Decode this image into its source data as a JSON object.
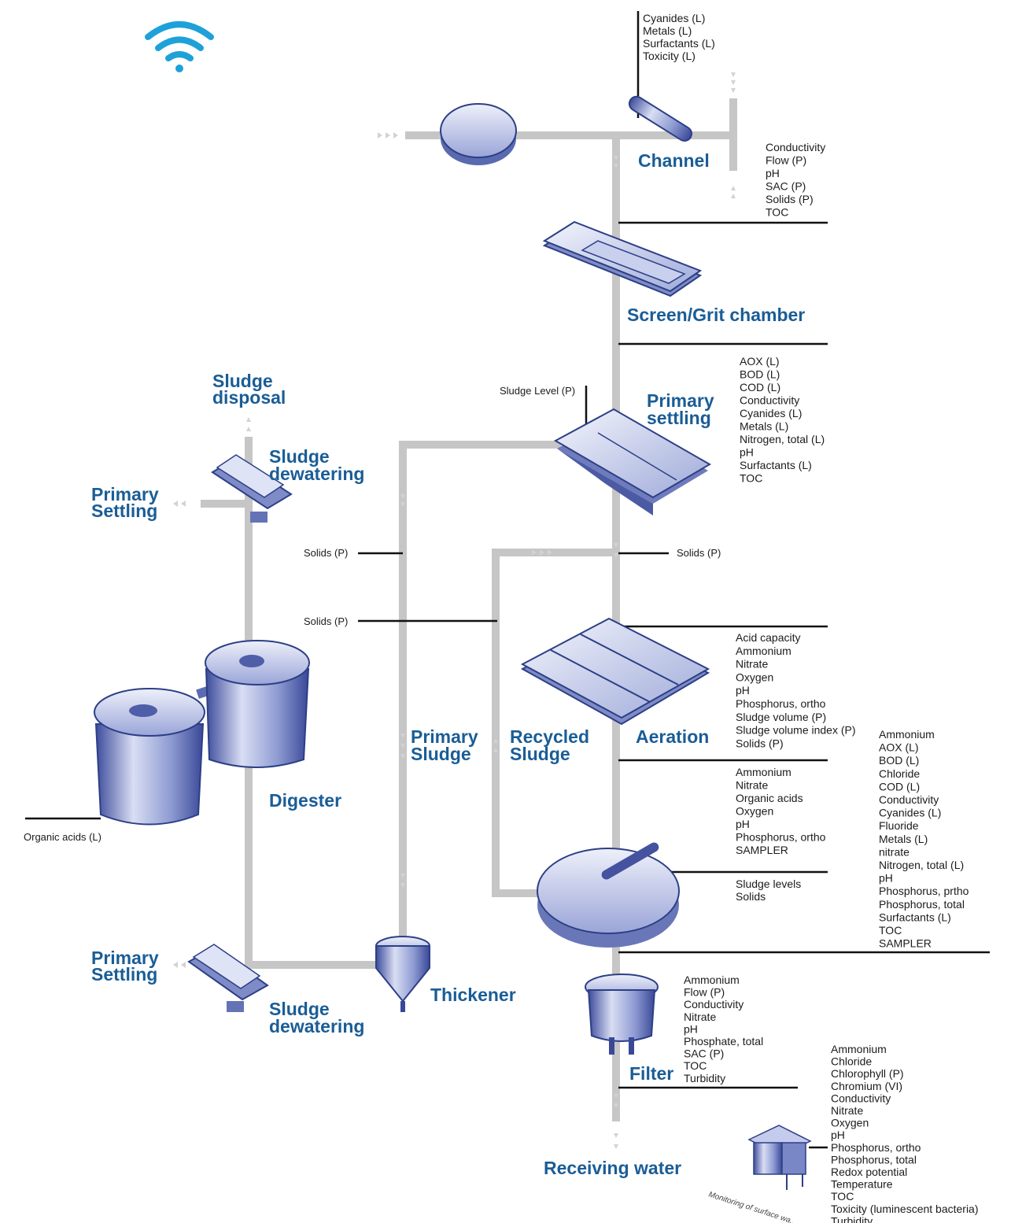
{
  "header": {
    "wifi_icon_color": "#1ea1d9"
  },
  "stages": {
    "channel": "Channel",
    "screen_grit": "Screen/Grit chamber",
    "primary_settling_1": "Primary",
    "primary_settling_2": "settling",
    "aeration": "Aeration",
    "recycled_sludge_1": "Recycled",
    "recycled_sludge_2": "Sludge",
    "primary_sludge_1": "Primary",
    "primary_sludge_2": "Sludge",
    "digester": "Digester",
    "thickener": "Thickener",
    "filter": "Filter",
    "receiving_water": "Receiving water",
    "sludge_disposal_1": "Sludge",
    "sludge_disposal_2": "disposal",
    "sludge_dewatering_top_1": "Sludge",
    "sludge_dewatering_top_2": "dewatering",
    "primary_settling_left_top_1": "Primary",
    "primary_settling_left_top_2": "Settling",
    "primary_settling_left_bottom_1": "Primary",
    "primary_settling_left_bottom_2": "Settling",
    "sludge_dewatering_bottom_1": "Sludge",
    "sludge_dewatering_bottom_2": "dewatering"
  },
  "params": {
    "channel_top": [
      "Cyanides (L)",
      "Metals (L)",
      "Surfactants (L)",
      "Toxicity (L)"
    ],
    "channel_right": [
      "Conductivity",
      "Flow (P)",
      "pH",
      "SAC (P)",
      "Solids (P)",
      "TOC"
    ],
    "sludge_level": "Sludge Level (P)",
    "primary_settling": [
      "AOX (L)",
      "BOD (L)",
      "COD (L)",
      "Conductivity",
      "Cyanides (L)",
      "Metals (L)",
      "Nitrogen, total (L)",
      "pH",
      "Surfactants (L)",
      "TOC"
    ],
    "solids_left_1": "Solids (P)",
    "solids_left_2": "Solids (P)",
    "solids_right": "Solids (P)",
    "aeration": [
      "Acid capacity",
      "Ammonium",
      "Nitrate",
      "Oxygen",
      "pH",
      "Phosphorus, ortho",
      "Sludge volume (P)",
      "Sludge volume index (P)",
      "Solids (P)"
    ],
    "clarifier_inlet": [
      "Ammonium",
      "Nitrate",
      "Organic acids",
      "Oxygen",
      "pH",
      "Phosphorus, ortho",
      "SAMPLER"
    ],
    "clarifier_sludge": [
      "Sludge levels",
      "Solids"
    ],
    "effluent": [
      "Ammonium",
      "AOX (L)",
      "BOD (L)",
      "Chloride",
      "COD (L)",
      "Conductivity",
      "Cyanides (L)",
      "Fluoride",
      "Metals (L)",
      "nitrate",
      "Nitrogen, total (L)",
      "pH",
      "Phosphorus, prtho",
      "Phosphorus, total",
      "Surfactants (L)",
      "TOC",
      "SAMPLER"
    ],
    "digester": "Organic acids (L)",
    "filter": [
      "Ammonium",
      "Flow (P)",
      "Conductivity",
      "Nitrate",
      "pH",
      "Phosphate, total",
      "SAC (P)",
      "TOC",
      "Turbidity"
    ],
    "receiving": [
      "Ammonium",
      "Chloride",
      "Chlorophyll (P)",
      "Chromium (VI)",
      "Conductivity",
      "Nitrate",
      "Oxygen",
      "pH",
      "Phosphorus, ortho",
      "Phosphorus, total",
      "Redox potential",
      "Temperature",
      "TOC",
      "Toxicity (luminescent bacteria)",
      "Turbidity"
    ]
  },
  "station_caption": "Monitoring of surface wa..."
}
